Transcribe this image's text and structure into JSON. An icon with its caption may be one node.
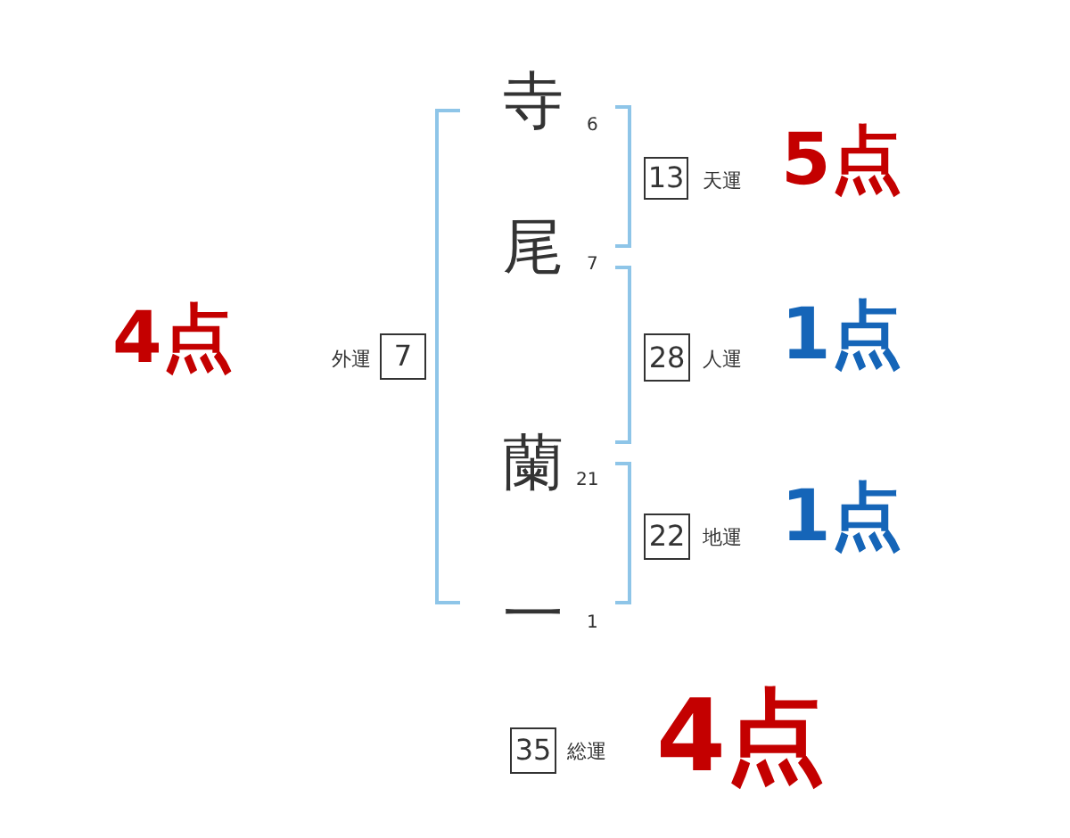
{
  "diagram": {
    "nodes": [
      {
        "text": [
          "13"
        ],
        "beside": [
          "天運"
        ]
      },
      {
        "text": [
          "7"
        ],
        "beside": [
          "外運"
        ]
      },
      {
        "text": [
          "28"
        ],
        "beside": [
          "人運"
        ]
      },
      {
        "text": [
          "22"
        ],
        "beside": [
          "地運"
        ]
      },
      {
        "text": [
          "35"
        ],
        "beside": [
          "総運"
        ]
      }
    ],
    "labels": [
      "寺",
      "6",
      "5点",
      "尾",
      "7",
      "4点",
      "1点",
      "蘭",
      "21",
      "1点",
      "一",
      "1",
      "4点"
    ]
  }
}
